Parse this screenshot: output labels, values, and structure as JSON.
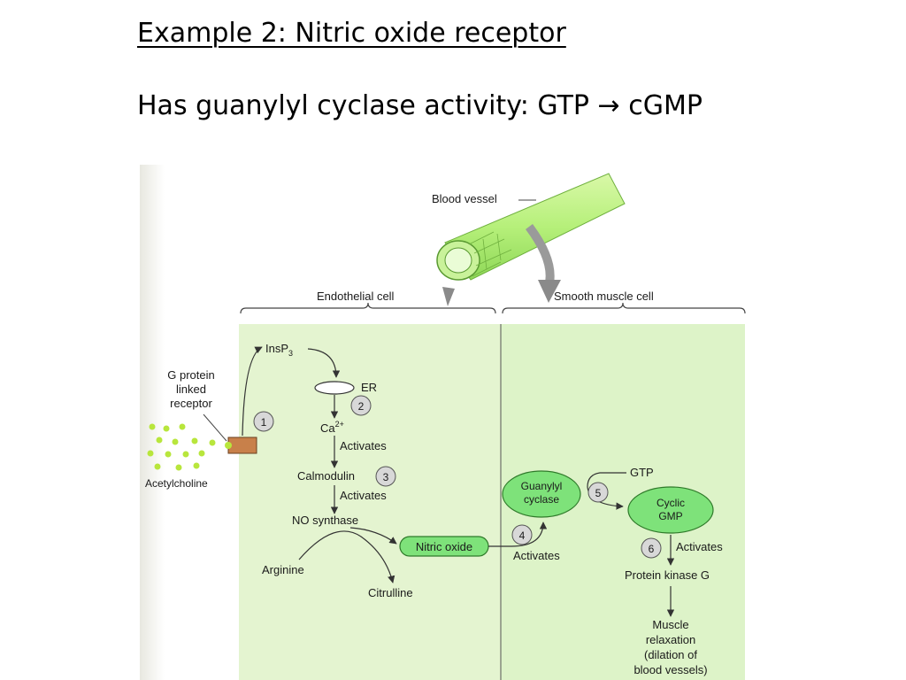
{
  "slide": {
    "title": "Example 2:  Nitric oxide receptor",
    "subtitle": "Has guanylyl cyclase activity:  GTP  →  cGMP"
  },
  "diagram": {
    "blood_vessel": "Blood vessel",
    "endothelial_cell": "Endothelial cell",
    "smooth_muscle_cell": "Smooth muscle cell",
    "insp": "InsP",
    "insp_sub": "3",
    "g_protein_line1": "G protein",
    "g_protein_line2": "linked",
    "g_protein_line3": "receptor",
    "acetylcholine": "Acetylcholine",
    "er": "ER",
    "ca": "Ca",
    "ca_sup": "2+",
    "activates_1": "Activates",
    "calmodulin": "Calmodulin",
    "activates_2": "Activates",
    "no_synthase": "NO synthase",
    "arginine": "Arginine",
    "citrulline": "Citrulline",
    "nitric_oxide": "Nitric oxide",
    "activates_3": "Activates",
    "guanylyl_line1": "Guanylyl",
    "guanylyl_line2": "cyclase",
    "gtp": "GTP",
    "cyclic_line1": "Cyclic",
    "cyclic_line2": "GMP",
    "activates_4": "Activates",
    "pkg": "Protein kinase G",
    "muscle_line1": "Muscle",
    "muscle_line2": "relaxation",
    "muscle_line3": "(dilation of",
    "muscle_line4": "blood vessels)",
    "steps": [
      "1",
      "2",
      "3",
      "4",
      "5",
      "6"
    ]
  },
  "colors": {
    "panel_left": "#e4f4d0",
    "panel_right": "#ddf3c8",
    "node_fill": "#7ee27a",
    "vessel": "#b6f07a",
    "receptor": "#c8804a",
    "dots": "#b8e63c"
  }
}
